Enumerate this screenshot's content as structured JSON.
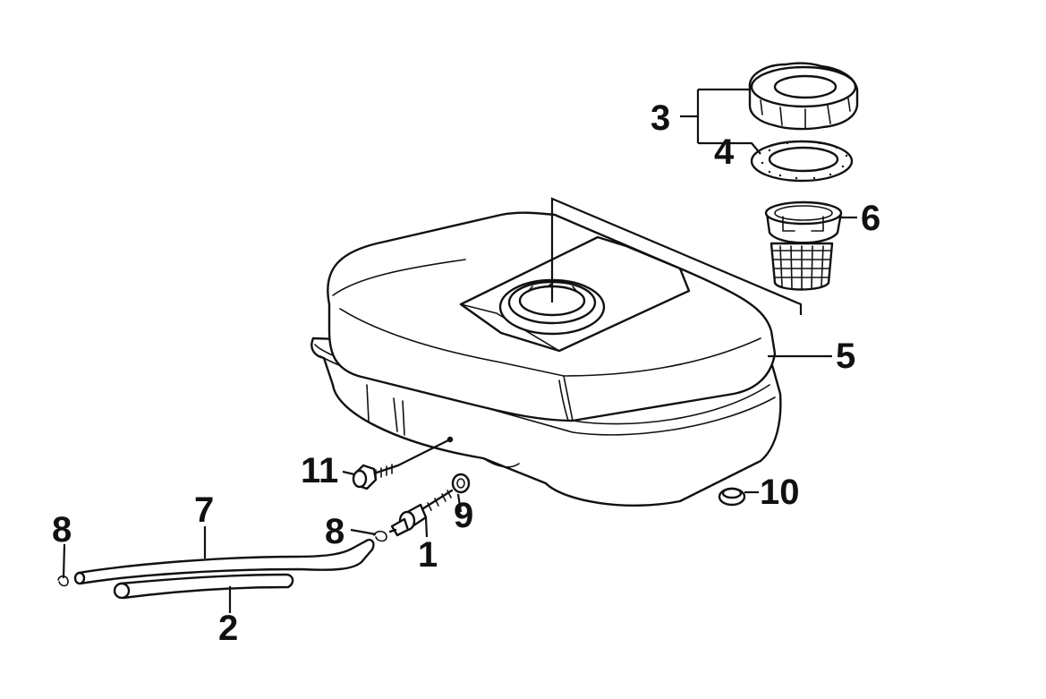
{
  "diagram": {
    "callouts": {
      "fuel_valve": "1",
      "fuel_tube_lower": "2",
      "filler_cap": "3",
      "cap_gasket": "4",
      "fuel_tank": "5",
      "strainer": "6",
      "fuel_tube_upper": "7",
      "clip_left": "8",
      "clip_right": "8",
      "washer": "9",
      "cushion": "10",
      "bolt": "11"
    },
    "colors": {
      "line": "#111111",
      "background": "#ffffff"
    }
  }
}
